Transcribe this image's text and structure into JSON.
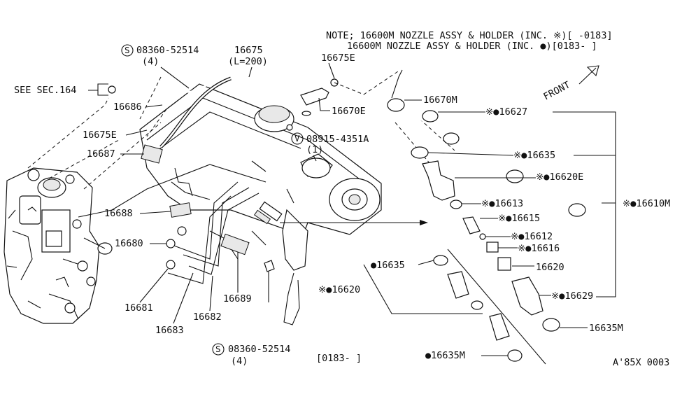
{
  "note": {
    "line1": "NOTE; 16600M NOZZLE ASSY & HOLDER (INC. ※)[     -0183]",
    "line2": "16600M NOZZLE ASSY & HOLDER (INC. ●)[0183-      ]"
  },
  "front_label": "FRONT",
  "diagram_code": "A'85X 0003",
  "date_range_bottom": "[0183-     ]",
  "labels": {
    "l08360_top": "08360-52514",
    "l08360_top_qty": "(4)",
    "l16675": "16675",
    "l16675_len": "(L=200)",
    "l16675E_top": "16675E",
    "see_sec": "SEE SEC.164",
    "l16686": "16686",
    "l16670E": "16670E",
    "l08915": "08915-4351A",
    "l08915_qty": "(1)",
    "l16675E_left": "16675E",
    "l16687": "16687",
    "l16688": "16688",
    "l16680": "16680",
    "l16681": "16681",
    "l16683": "16683",
    "l16682": "16682",
    "l16689": "16689",
    "l08360_bot": "08360-52514",
    "l08360_bot_qty": "(4)",
    "l16670M": "16670M",
    "l16627": "※●16627",
    "l16635_a": "※●16635",
    "l16620E": "※●16620E",
    "l16613": "※●16613",
    "l16610M": "※●16610M",
    "l16615": "※●16615",
    "l16612": "※●16612",
    "l16616": "※●16616",
    "l16620": "16620",
    "l16629": "※●16629",
    "l16635M_r": "16635M",
    "l16635_b": "●16635",
    "l16620_b": "※●16620",
    "l16635M_b": "●16635M"
  },
  "symbols": {
    "s_circle": "S",
    "v_circle": "V"
  }
}
